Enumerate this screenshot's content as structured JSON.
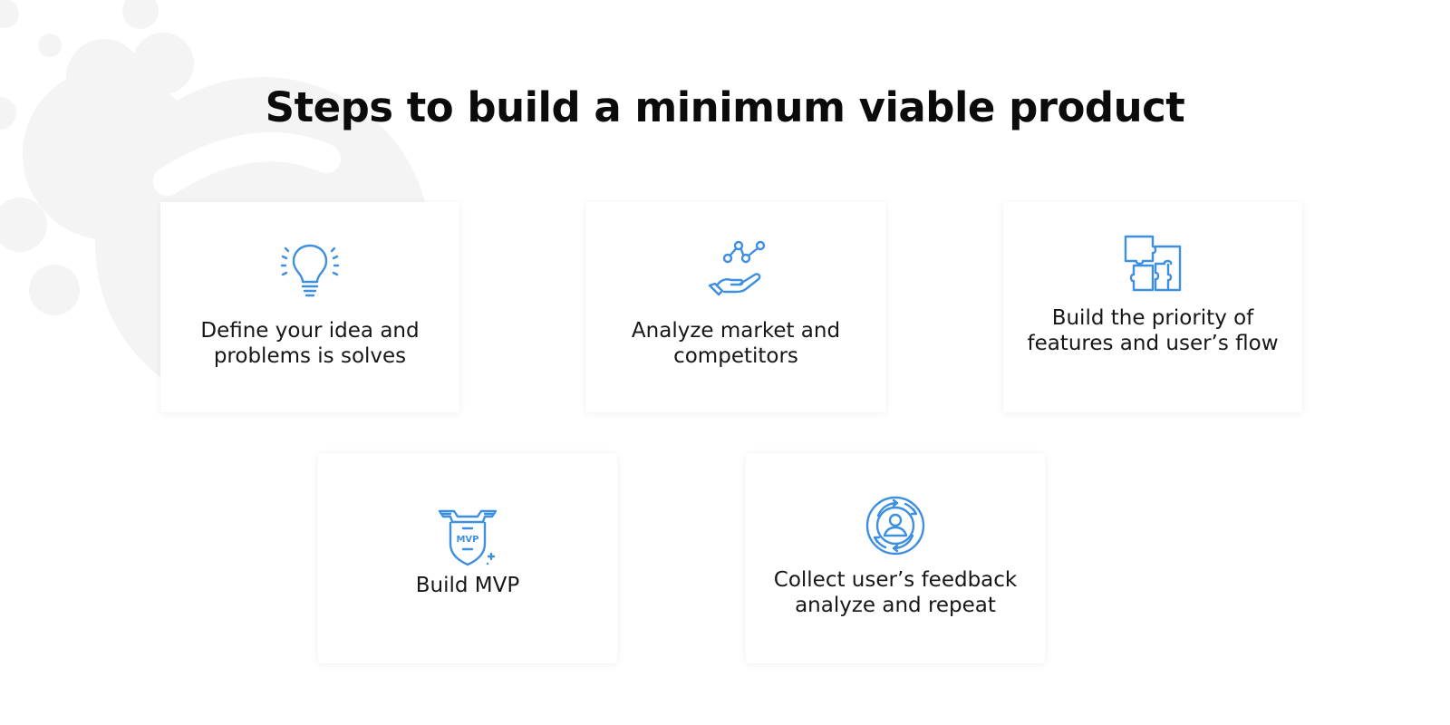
{
  "title": "Steps to build a minimum viable product",
  "steps": [
    {
      "label": "Define your idea and problems is solves",
      "icon": "lightbulb-icon"
    },
    {
      "label": "Analyze market and competitors",
      "icon": "hand-chart-icon"
    },
    {
      "label": "Build the priority of features and user’s flow",
      "icon": "puzzle-icon"
    },
    {
      "label": "Build MVP",
      "icon": "mvp-shield-icon",
      "icon_text": "MVP"
    },
    {
      "label": "Collect user’s feedback analyze and repeat",
      "icon": "user-cycle-icon"
    }
  ],
  "colors": {
    "accent": "#3d8fe0",
    "text": "#161616",
    "background_decoration": "#f4f4f4"
  }
}
